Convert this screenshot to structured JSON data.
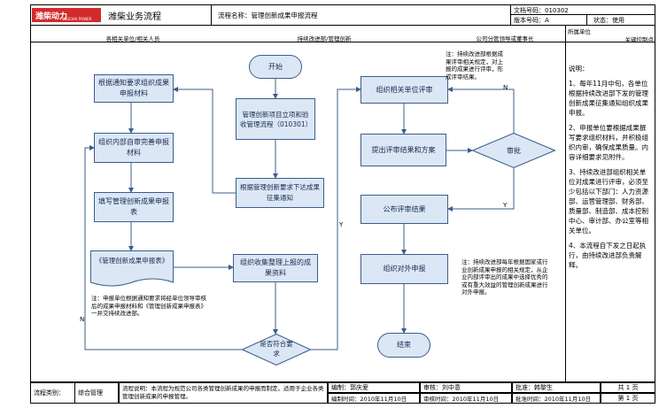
{
  "header": {
    "company_logo": "潍柴动力",
    "company_logo_sub": "WEICHAI POWER",
    "company_title": "潍柴业务流程",
    "process_name_label": "流程名称：管理创新成果申报流程",
    "doc_no_label": "文档号码：010302",
    "version_label": "版本号码：A",
    "status_label": "状态：使用"
  },
  "lanes": {
    "lane1": "各相关单位/相关人员",
    "lane2": "持续改进部/管理创新",
    "lane3": "公司分管领导或董事长",
    "lane4_top": "所属单位",
    "lane4_sub": "关键控制点"
  },
  "flow": {
    "start": "开始",
    "receive_notice": "根据通知要求组织成果申报材料",
    "project_establish": "管理创新项目立项和验收管理流程（010301）",
    "internal_review": "组织内部自审完善申报材料",
    "issue_notice": "根据管理创新要求下达成果征集通知",
    "fill_form": "填写管理创新成果申报表",
    "form_doc": "《管理创新成果申报表》",
    "collect": "组织收集整理上报的成果资料",
    "decision": "是否符合要求",
    "org_review": "组织相关单位评审",
    "submit_result": "提出评审结果和方案",
    "approve": "审批",
    "publish": "公布评审结果",
    "report": "组织对外申报",
    "end": "结束"
  },
  "labels": {
    "n1": "N",
    "y1": "Y",
    "n2": "N",
    "y2": "Y"
  },
  "notes": {
    "note_top": "注：持续改进部根据成果评审相关规定，对上报的成果进行评审，形成评审结果。",
    "note_left": "注：申报单位根据通知要求将经单位领导审核后的成果申报材料和《管理创新成果申报表》一并交持续改进部。",
    "note_mid": "注：持续改进部每年根据国家或行业创新成果申报的相关规定，从企业内部评审出的成果中选择优秀的或有重大效益的管理创新成果进行对外申报。"
  },
  "side_notes": {
    "title": "说明：",
    "p1": "1、每年11月中旬，各单位根据持续改进部下发的管理创新成果征集通知组织成果申报。",
    "p2": "2、申报单位要根据成果撰写要求组织材料，并积极组织内审，确保成果质量。内容详细要求见附件。",
    "p3": "3、持续改进部组织相关单位对成果进行评审，必须至少包括以下部门：人力资源部、运营管理部、财务部、质量部、制造部、成本控制中心、审计部、办公室等相关单位。",
    "p4": "4、本流程自下发之日起执行，由持续改进部负责解释。"
  },
  "footer": {
    "category_label": "流程类别：",
    "category_value": "综合管理",
    "desc": "流程说明：本流程为规范公司各类管理创新成果的申报而制定。适用于企业各类管理创新成果的申报管理。",
    "author": "编制：郭庆爱",
    "author_time": "编制时间：2010年11月10日",
    "reviewer": "审核：刘中意",
    "review_time": "审核时间：2010年11月10日",
    "approver": "批准：韩黎生",
    "approve_time": "批准时间：2010年11月10日",
    "total_pages": "共 1 页",
    "page_no": "第 1 页"
  }
}
